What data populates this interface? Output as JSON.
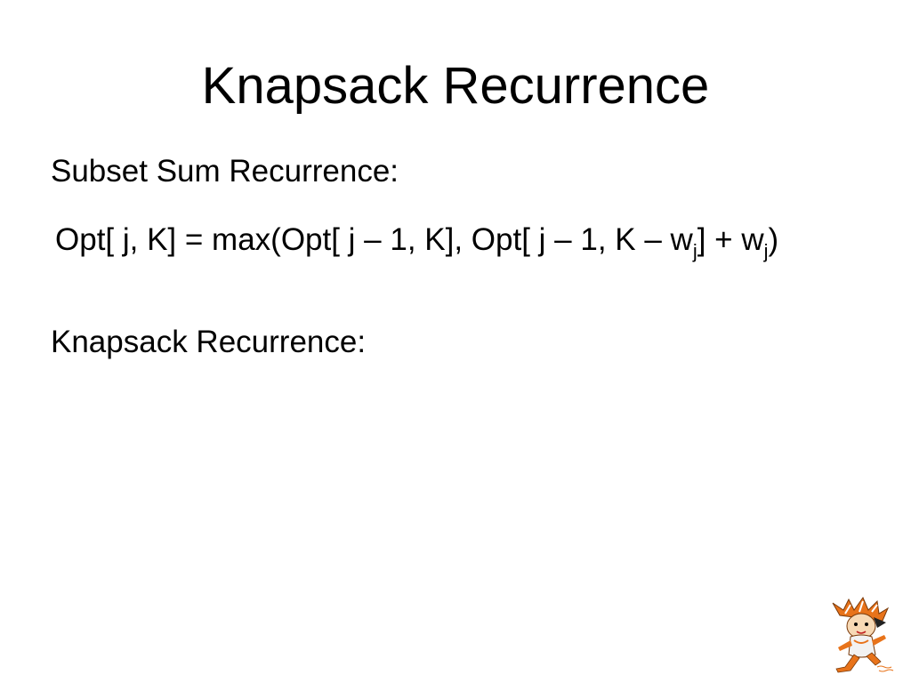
{
  "slide": {
    "title": "Knapsack Recurrence",
    "subset_heading": "Subset Sum Recurrence:",
    "formula": {
      "part1": "Opt[ j, K] = max(Opt[ j – 1, K], Opt[ j – 1, K – w",
      "sub1": "j",
      "part2": "] + w",
      "sub2": "j",
      "part3": ")"
    },
    "knapsack_heading": "Knapsack Recurrence:"
  },
  "colors": {
    "background": "#ffffff",
    "text": "#000000",
    "mascot_orange": "#e8731a"
  },
  "icons": {
    "mascot": "olympic-mascot-yingying-icon"
  }
}
